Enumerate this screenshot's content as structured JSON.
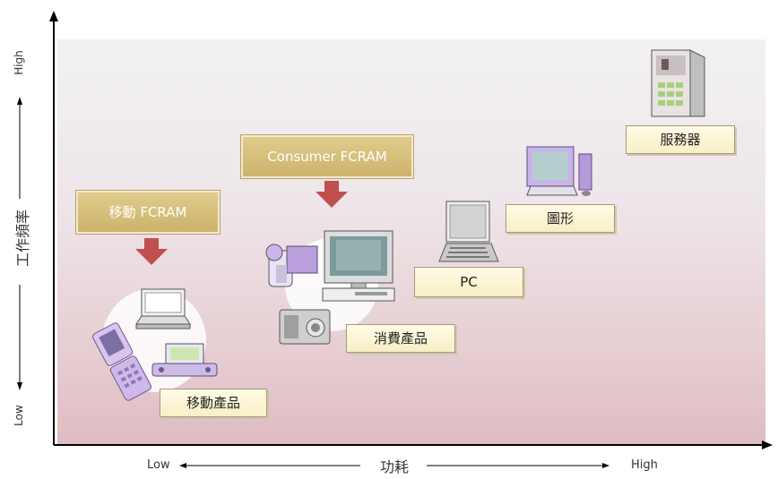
{
  "x_axis": {
    "label": "功耗",
    "low": "Low",
    "high": "High"
  },
  "y_axis": {
    "label": "工作頻率",
    "low": "Low",
    "high": "High"
  },
  "headers": {
    "mobile": "移動 FCRAM",
    "consumer": "Consumer FCRAM"
  },
  "labels": {
    "mobile_products": "移動產品",
    "consumer_products": "消費產品",
    "pc": "PC",
    "graphics": "圖形",
    "server": "服務器"
  },
  "icons": [
    "flip-phone-icon",
    "laptop-icon",
    "handheld-console-icon",
    "camcorder-icon",
    "lcd-monitor-icon",
    "dvd-player-icon",
    "digital-camera-icon",
    "pc-laptop-icon",
    "workstation-icon",
    "server-tower-icon"
  ],
  "colors": {
    "arrow": "#c0504d",
    "header_fill": "#d6bf7c",
    "label_fill": "#fbf3d2",
    "axis": "#000000"
  }
}
